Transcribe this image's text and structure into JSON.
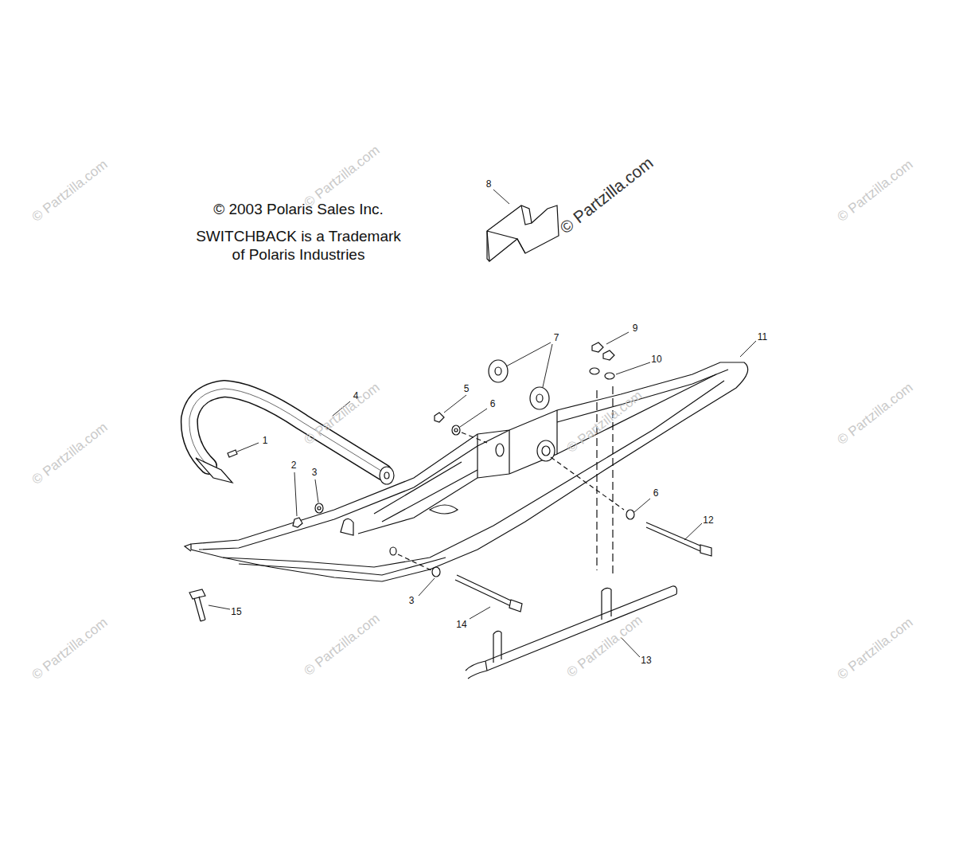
{
  "diagram": {
    "labels": [
      "© 2003 Polaris Sales Inc.",
      "SWITCHBACK is a Trademark of Polaris Industries",
      "1",
      "2",
      "3",
      "4",
      "5",
      "6",
      "7",
      "8",
      "9",
      "10",
      "11",
      "3",
      "6",
      "12",
      "13",
      "14",
      "15",
      "© Partzilla.com",
      "© Partzilla.com",
      "© Partzilla.com",
      "© Partzilla.com",
      "© Partzilla.com",
      "© Partzilla.com",
      "© Partzilla.com",
      "© Partzilla.com",
      "© Partzilla.com",
      "© Partzilla.com",
      "© Partzilla.com",
      "© Partzilla.com"
    ]
  }
}
